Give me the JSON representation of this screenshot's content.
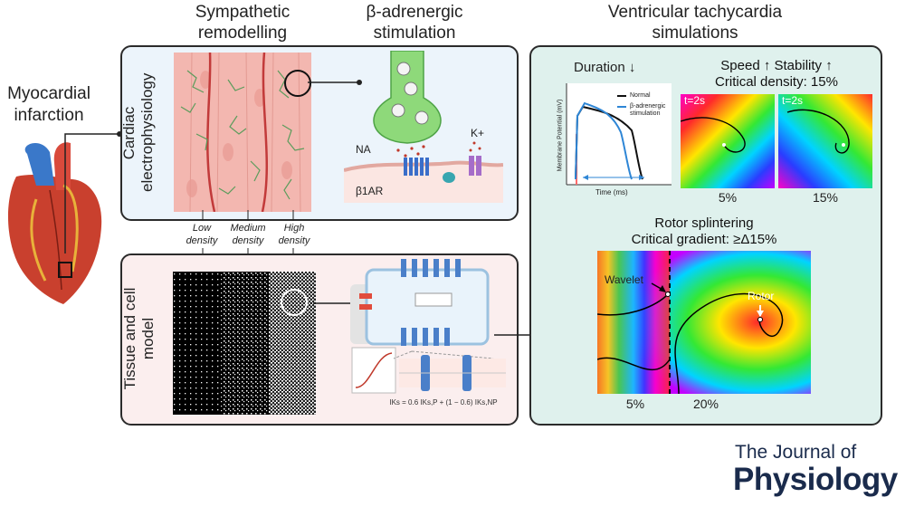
{
  "headers": {
    "sympathetic": "Sympathetic remodelling",
    "beta": "β-adrenergic stimulation",
    "vt": "Ventricular tachycardia simulations"
  },
  "left": {
    "mi_label": "Myocardial infarction"
  },
  "ep_panel": {
    "label": "Cardiac electrophysiology"
  },
  "tissue_panel": {
    "label": "Tissue and cell model"
  },
  "densities": {
    "low": "Low density",
    "medium": "Medium density",
    "high": "High density"
  },
  "beta_diagram": {
    "na": "NA",
    "kplus": "K+",
    "receptor": "β1AR"
  },
  "duration": {
    "title": "Duration ↓",
    "ylabel": "Membrane Potential (mV)",
    "xlabel": "Time (ms)",
    "legend_normal": "Normal",
    "legend_beta": "β-adrenergic stimulation"
  },
  "speed": {
    "title": "Speed ↑ Stability ↑",
    "subtitle": "Critical density: 15%",
    "t1": "t=2s",
    "t2": "t=2s",
    "cap1": "5%",
    "cap2": "15%"
  },
  "rotor": {
    "title": "Rotor splintering",
    "subtitle": "Critical gradient: ≥Δ15%",
    "wavelet": "Wavelet",
    "rotor_label": "Rotor",
    "cap1": "5%",
    "cap2": "20%"
  },
  "cell_model": {
    "formula": "IKs = 0.6 IKs,P + (1 − 0.6) IKs,NP"
  },
  "journal": {
    "line1": "The Journal of",
    "line2": "Physiology"
  },
  "colors": {
    "green_bg": "#dff1ed",
    "blue_bg": "#ecf4fb",
    "pink_bg": "#fbeeee",
    "normal_trace": "#111111",
    "beta_trace": "#2e86d6"
  }
}
